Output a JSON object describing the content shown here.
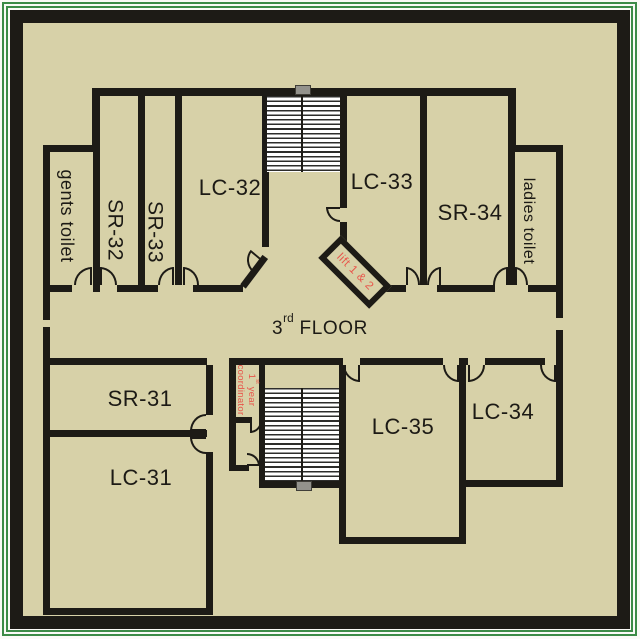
{
  "title": {
    "number": "3",
    "ordinal": "rd",
    "word": " FLOOR"
  },
  "colors": {
    "floor": "#d7d1a8",
    "wall": "#1d1b16",
    "site_boundary_green": "#3d8b47",
    "accent_red": "#e8544a",
    "stairwell_white": "#ffffff"
  },
  "rooms": [
    {
      "id": "gents-toilet",
      "label": "gents toilet"
    },
    {
      "id": "sr-32",
      "label": "SR-32"
    },
    {
      "id": "sr-33",
      "label": "SR-33"
    },
    {
      "id": "lc-32",
      "label": "LC-32"
    },
    {
      "id": "lc-33",
      "label": "LC-33"
    },
    {
      "id": "sr-34",
      "label": "SR-34"
    },
    {
      "id": "ladies-toilet",
      "label": "ladies toilet"
    },
    {
      "id": "sr-31",
      "label": "SR-31"
    },
    {
      "id": "lc-31",
      "label": "LC-31"
    },
    {
      "id": "lc-35",
      "label": "LC-35"
    },
    {
      "id": "lc-34",
      "label": "LC-34"
    }
  ],
  "lift": {
    "label": "lift 1 & 2"
  },
  "coordinator": {
    "num": "1",
    "sup": "st",
    "rest": " year",
    "line2": "coordinator"
  }
}
